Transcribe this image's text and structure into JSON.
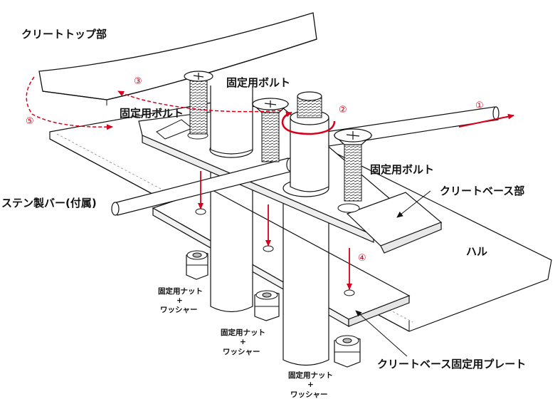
{
  "labels": {
    "cleat_top": "クリートトップ部",
    "fixing_bolt_a": "固定用ボルト",
    "fixing_bolt_b": "固定用ボルト",
    "fixing_bolt_c": "固定用ボルト",
    "stainless_bar": "ステン製バー(付属)",
    "cleat_base": "クリートベース部",
    "hull": "ハル",
    "nut_1_line1": "固定用ナット",
    "nut_1_plus": "+",
    "nut_1_line2": "ワッシャー",
    "nut_2_line1": "固定用ナット",
    "nut_2_plus": "+",
    "nut_2_line2": "ワッシャー",
    "nut_3_line1": "固定用ナット",
    "nut_3_plus": "+",
    "nut_3_line2": "ワッシャー",
    "base_plate": "クリートベース固定用プレート"
  },
  "steps": {
    "s1": "①",
    "s2": "②",
    "s3": "③",
    "s4": "④",
    "s5": "⑤"
  },
  "colors": {
    "accent": "#d6001c",
    "line": "#111111",
    "fill": "#ffffff",
    "shade": "#e9e9e9"
  }
}
